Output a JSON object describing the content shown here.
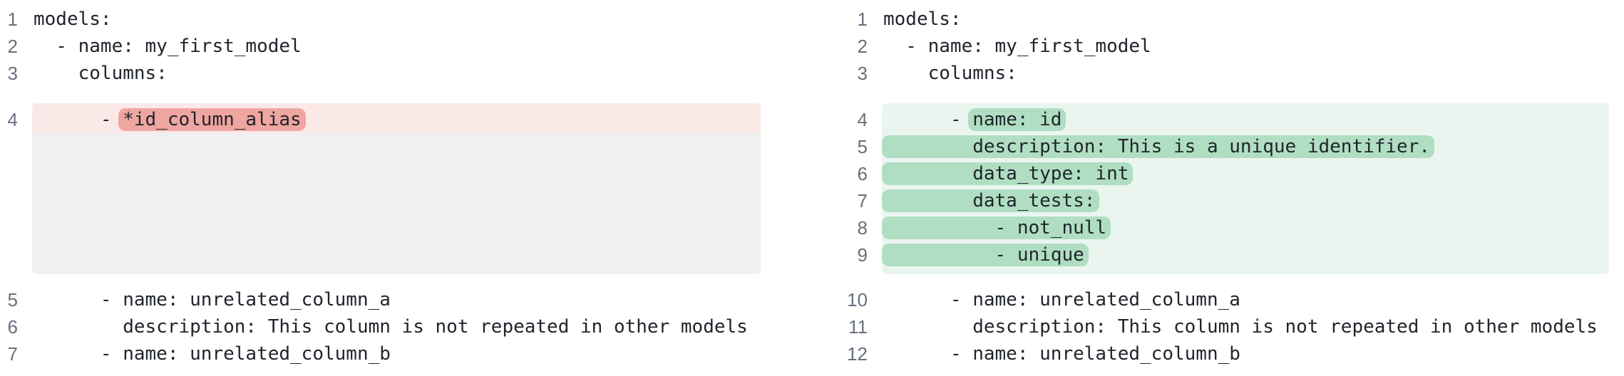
{
  "colors": {
    "background": "#ffffff",
    "code_text": "#20252c",
    "line_number": "#68707e",
    "removed_line_bg": "#fbe9e8",
    "removed_token_bg": "#efa5a0",
    "added_block_bg": "#ebf5f0",
    "added_token_bg": "#b0dec2",
    "collapsed_filler_bg": "#eef0f2"
  },
  "left_editor": {
    "lines_before": [
      {
        "number": "1",
        "code": "models:"
      },
      {
        "number": "2",
        "code": "  - name: my_first_model"
      },
      {
        "number": "3",
        "code": "    columns:"
      }
    ],
    "removed_block": {
      "type": "removed",
      "lines": [
        {
          "number": "4",
          "prefix": "      - ",
          "highlight": "*id_column_alias"
        }
      ],
      "has_collapsed_filler": true
    },
    "lines_after": [
      {
        "number": "5",
        "code": "      - name: unrelated_column_a"
      },
      {
        "number": "6",
        "code": "        description: This column is not repeated in other models"
      },
      {
        "number": "7",
        "code": "      - name: unrelated_column_b"
      }
    ]
  },
  "right_editor": {
    "lines_before": [
      {
        "number": "1",
        "code": "models:"
      },
      {
        "number": "2",
        "code": "  - name: my_first_model"
      },
      {
        "number": "3",
        "code": "    columns:"
      }
    ],
    "added_block": {
      "type": "added",
      "lines": [
        {
          "number": "4",
          "prefix": "      - ",
          "highlight": "name: id"
        },
        {
          "number": "5",
          "prefix": "",
          "highlight": "        description: This is a unique identifier."
        },
        {
          "number": "6",
          "prefix": "",
          "highlight": "        data_type: int"
        },
        {
          "number": "7",
          "prefix": "",
          "highlight": "        data_tests:"
        },
        {
          "number": "8",
          "prefix": "",
          "highlight": "          - not_null"
        },
        {
          "number": "9",
          "prefix": "",
          "highlight": "          - unique"
        }
      ]
    },
    "lines_after": [
      {
        "number": "10",
        "code": "      - name: unrelated_column_a"
      },
      {
        "number": "11",
        "code": "        description: This column is not repeated in other models"
      },
      {
        "number": "12",
        "code": "      - name: unrelated_column_b"
      }
    ]
  }
}
